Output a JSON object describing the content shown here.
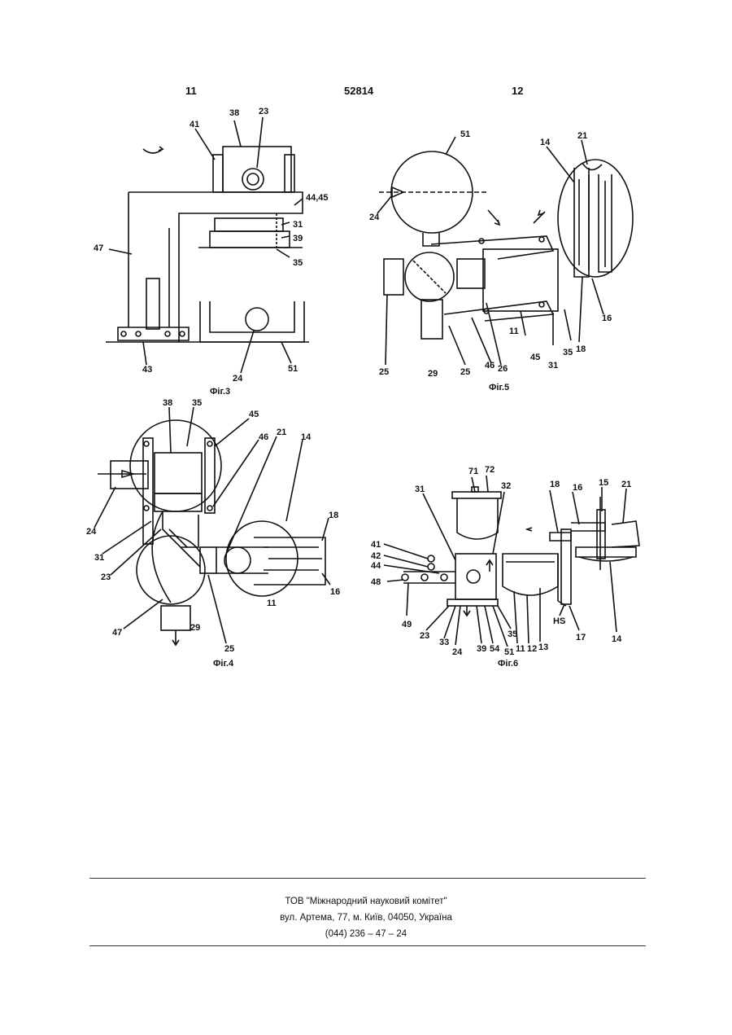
{
  "header": {
    "left_page": "11",
    "doc_number": "52814",
    "right_page": "12"
  },
  "figures": {
    "fig3": {
      "caption": "Фіг.3",
      "labels": [
        "38",
        "23",
        "41",
        "44,45",
        "31",
        "39",
        "47",
        "35",
        "43",
        "24",
        "51"
      ]
    },
    "fig5": {
      "caption": "Фіг.5",
      "labels": [
        "51",
        "14",
        "21",
        "24",
        "25",
        "29",
        "25",
        "46",
        "26",
        "45",
        "31",
        "35",
        "11",
        "18",
        "16"
      ]
    },
    "fig4": {
      "caption": "Фіг.4",
      "labels": [
        "38",
        "35",
        "45",
        "46",
        "21",
        "14",
        "24",
        "18",
        "31",
        "23",
        "16",
        "11",
        "47",
        "29",
        "25"
      ]
    },
    "fig6": {
      "caption": "Фіг.6",
      "labels": [
        "71",
        "72",
        "18",
        "16",
        "15",
        "21",
        "31",
        "32",
        "41",
        "42",
        "44",
        "48",
        "49",
        "23",
        "33",
        "24",
        "39",
        "54",
        "51",
        "11",
        "12",
        "13",
        "35",
        "HS",
        "17",
        "14"
      ]
    }
  },
  "footer": {
    "line1": "ТОВ \"Міжнародний науковий комітет\"",
    "line2": "вул. Артема, 77, м. Київ, 04050, Україна",
    "line3": "(044) 236 – 47 – 24"
  }
}
